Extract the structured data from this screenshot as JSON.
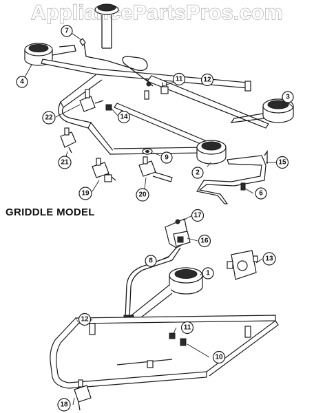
{
  "watermark": "AppliancePartsPros.com",
  "section_title": "GRIDDLE MODEL",
  "callouts": {
    "c1": "1",
    "c2": "2",
    "c3": "3",
    "c4": "4",
    "c6": "6",
    "c7": "7",
    "c8": "8",
    "c9": "9",
    "c10": "10",
    "c11a": "11",
    "c11b": "11",
    "c12a": "12",
    "c12b": "12",
    "c13": "13",
    "c14": "14",
    "c15": "15",
    "c16": "16",
    "c17": "17",
    "c18": "18",
    "c19": "19",
    "c20": "20",
    "c21": "21",
    "c22": "22"
  }
}
